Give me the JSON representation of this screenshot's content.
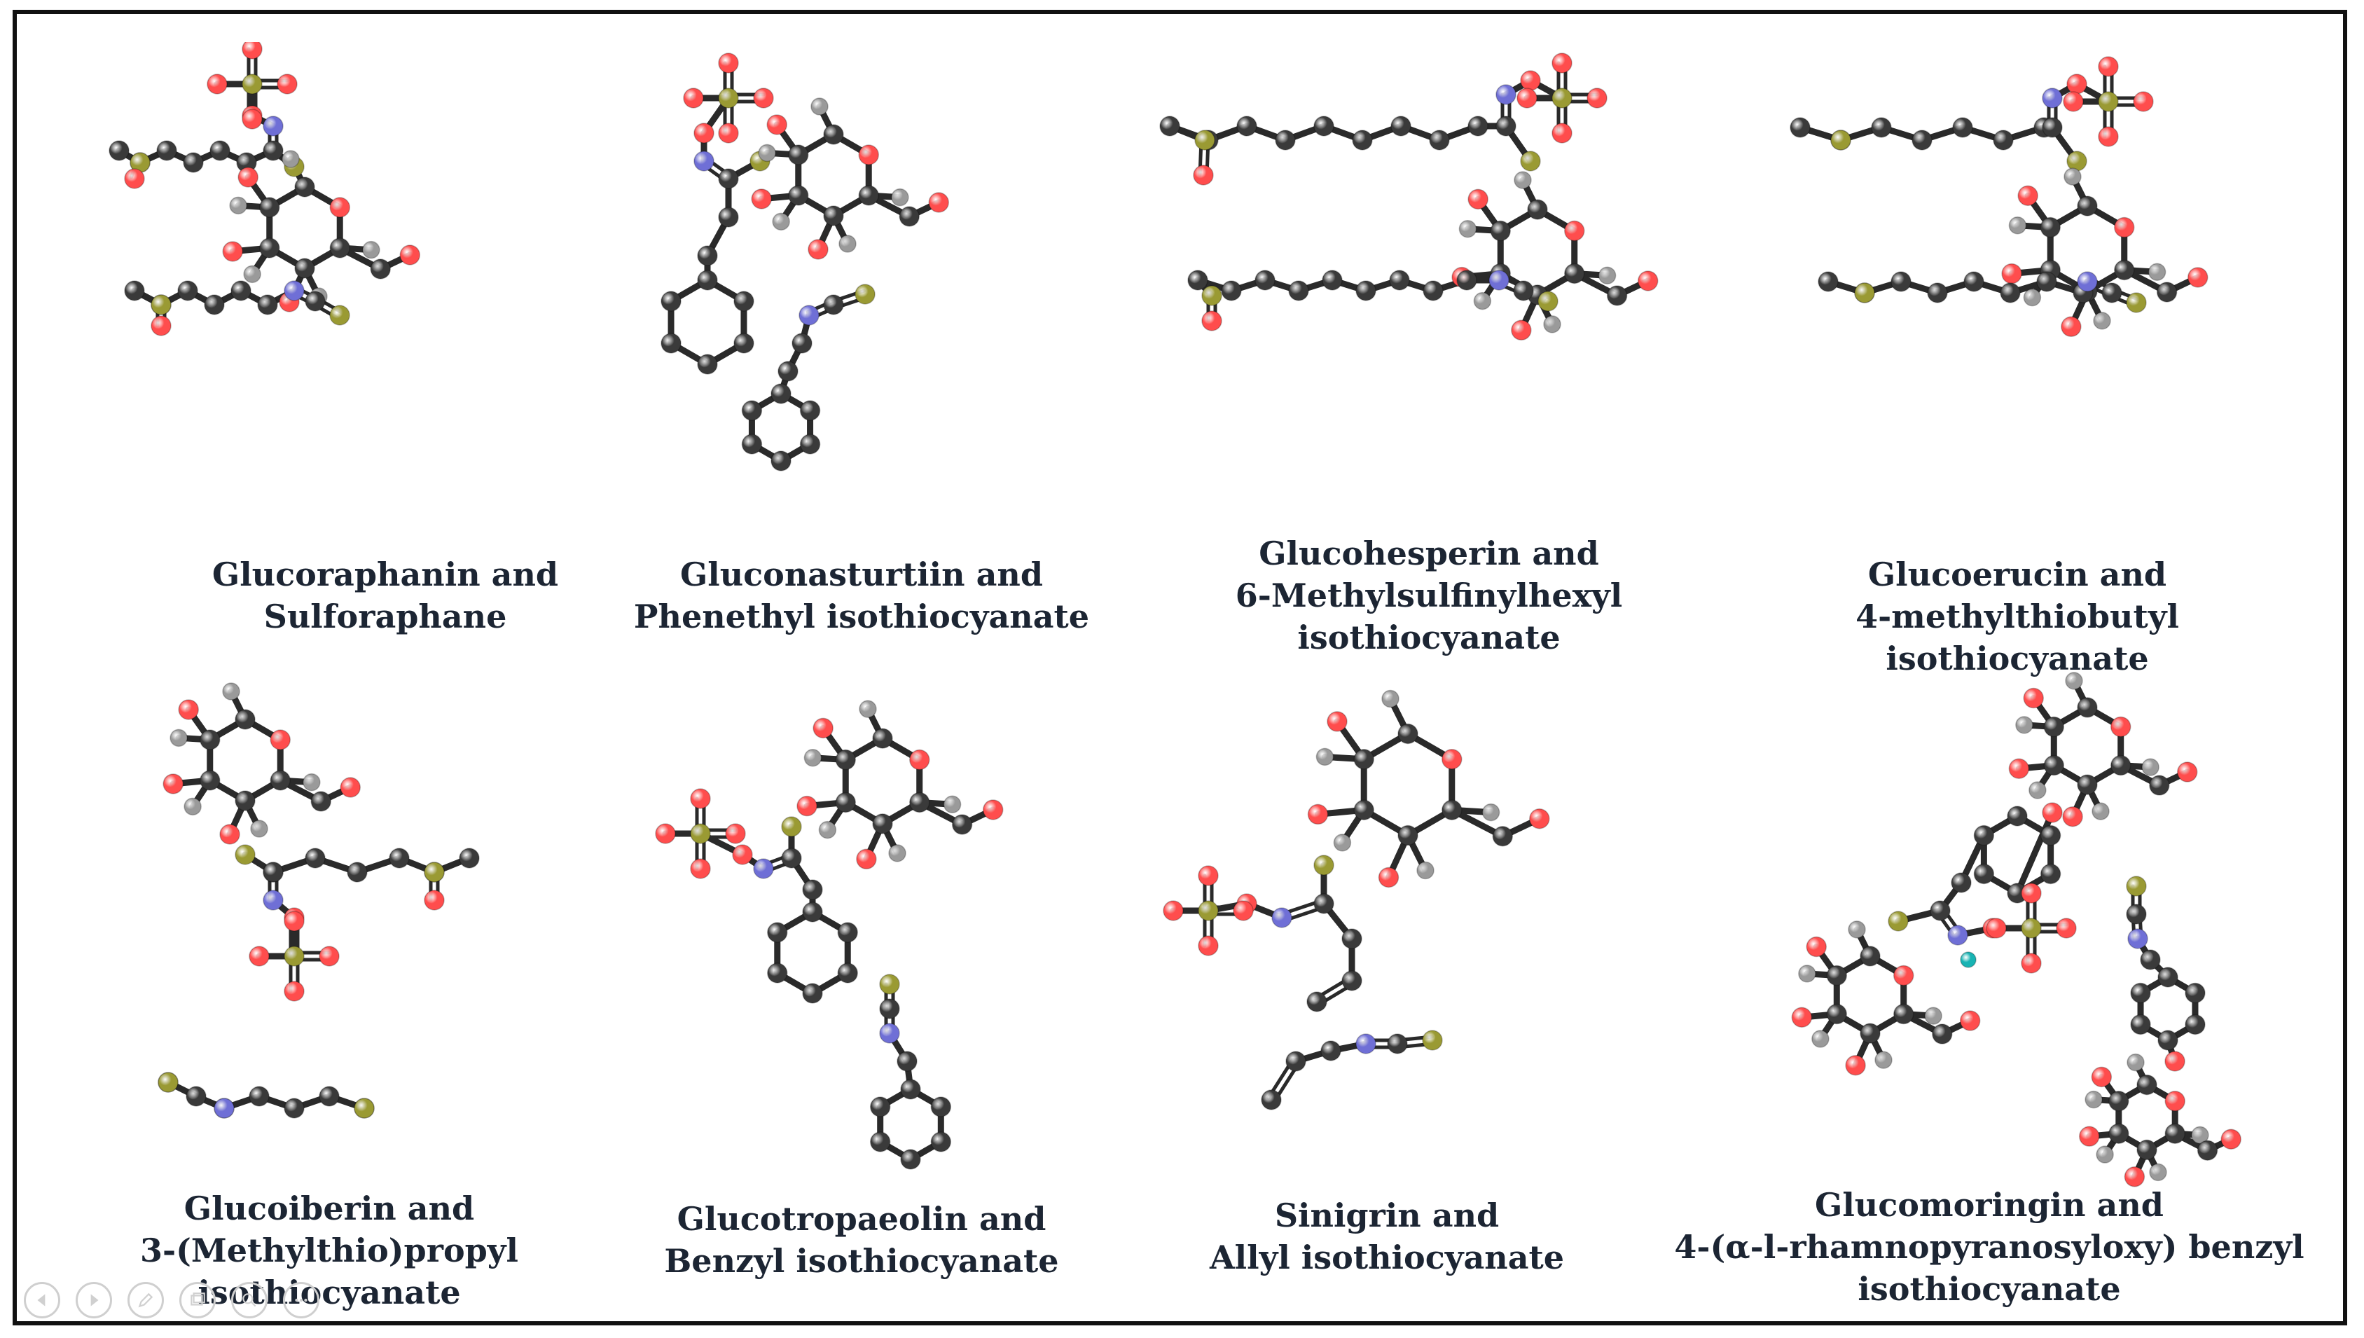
{
  "colors": {
    "carbon": "#3a3a3a",
    "hydrogen": "#9a9a9a",
    "oxygen": "#ff4d4d",
    "nitrogen": "#6f6fd6",
    "sulfur": "#9a9a33",
    "sodium": "#18b3b3",
    "caption": "#1c2533"
  },
  "molecules": [
    {
      "line1": "Glucoraphanin and",
      "line2": "Sulforaphane"
    },
    {
      "line1": "Gluconasturtiin and",
      "line2": "Phenethyl isothiocyanate"
    },
    {
      "line1": "Glucohesperin and",
      "line2": "6-Methylsulfinylhexyl",
      "line3": "isothiocyanate"
    },
    {
      "line1": "Glucoerucin and",
      "line2": "4-methylthiobutyl isothiocyanate"
    },
    {
      "line1": "Glucoiberin and",
      "line2": "3-(Methylthio)propyl isothiocyanate"
    },
    {
      "line1": "Glucotropaeolin and",
      "line2": "Benzyl isothiocyanate"
    },
    {
      "line1": "Sinigrin and",
      "line2": "Allyl isothiocyanate"
    },
    {
      "line1": "Glucomoringin and",
      "line2": "4-(α-l-rhamnopyranosyloxy) benzyl isothiocyanate"
    }
  ],
  "nav": {
    "icons": [
      "prev-icon",
      "next-icon",
      "pen-icon",
      "slides-icon",
      "zoom-icon",
      "more-icon"
    ]
  }
}
